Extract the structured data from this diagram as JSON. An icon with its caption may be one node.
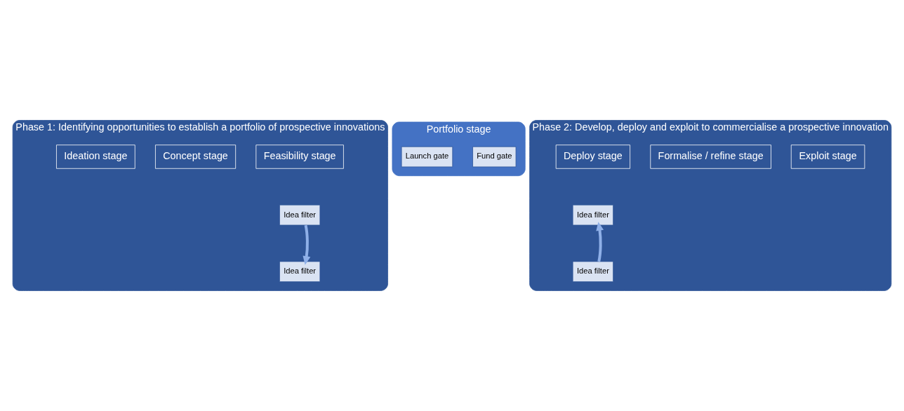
{
  "diagram": {
    "nodes": [
      {
        "text": [
          "Phase 1: Identifying opportunities to establish a portfolio of prospective innovations"
        ]
      },
      {
        "text": [
          "Ideation stage"
        ],
        "in": 0
      },
      {
        "text": [
          "Concept stage"
        ],
        "in": 0
      },
      {
        "text": [
          "Feasibility stage"
        ],
        "in": 0
      },
      {
        "text": [
          "Idea filter"
        ],
        "in": 0
      },
      {
        "text": [
          "Idea filter"
        ],
        "in": 0
      },
      {
        "text": [
          "Portfolio stage"
        ]
      },
      {
        "text": [
          "Fund gate"
        ],
        "in": 6
      },
      {
        "text": [
          "Launch gate"
        ],
        "in": 6
      },
      {
        "text": [
          "Phase 2: Develop, deploy and exploit to commercialise a prospective innovation"
        ]
      },
      {
        "text": [
          "Deploy stage"
        ],
        "in": 9
      },
      {
        "text": [
          "Formalise / refine stage"
        ],
        "in": 9
      },
      {
        "text": [
          "Exploit stage"
        ],
        "in": 9
      },
      {
        "text": [
          "Idea filter"
        ],
        "in": 9
      },
      {
        "text": [
          "Idea filter"
        ],
        "in": 9
      }
    ],
    "edges": [
      {
        "from": 5,
        "to": 4,
        "arrow": "to"
      },
      {
        "from": 14,
        "to": 13,
        "arrow": "to"
      }
    ]
  }
}
